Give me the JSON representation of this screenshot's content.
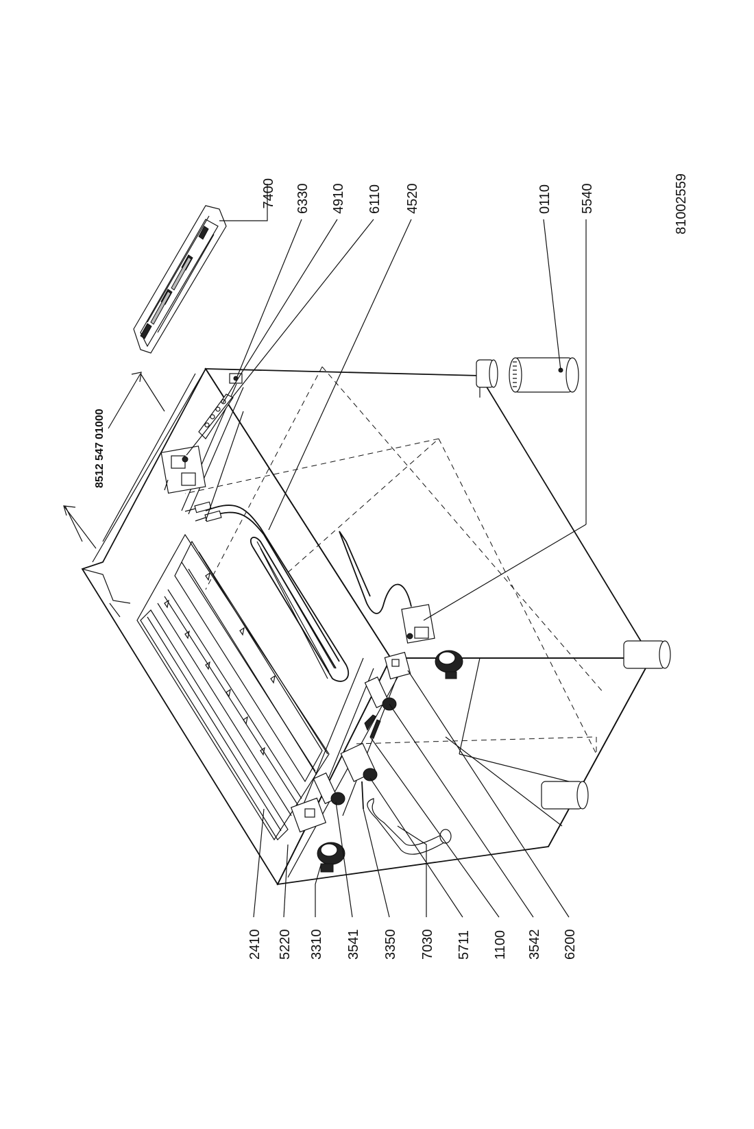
{
  "drawing_number": "81002559",
  "assembly_code": "8512 547 01000",
  "top_labels": [
    "7400",
    "6330",
    "4910",
    "6110",
    "4520",
    "0110",
    "5540"
  ],
  "bottom_labels": [
    "2410",
    "5220",
    "3310",
    "3541",
    "3350",
    "7030",
    "5711",
    "1100",
    "3542",
    "6200"
  ]
}
